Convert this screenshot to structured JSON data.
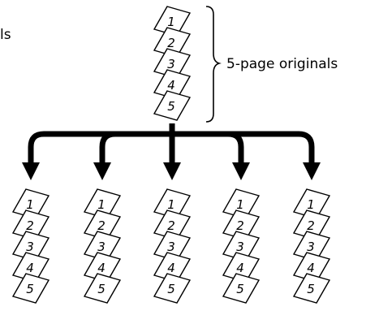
{
  "labels": {
    "top_left_fragment": "ls",
    "originals": "5-page originals"
  },
  "stack_pages": [
    "1",
    "2",
    "3",
    "4",
    "5"
  ],
  "copy_count": 5
}
